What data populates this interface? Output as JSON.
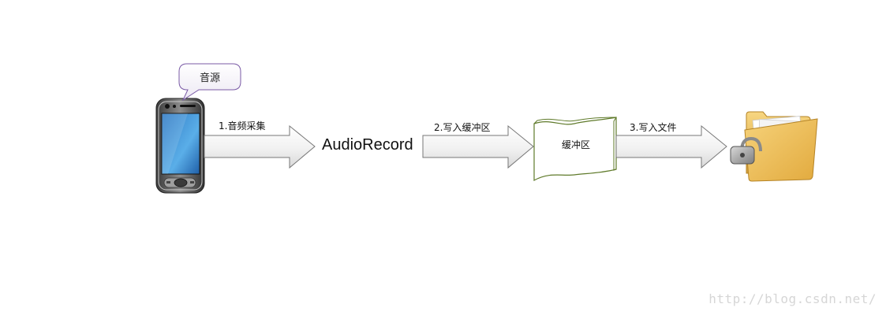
{
  "source": {
    "callout": "音源"
  },
  "steps": {
    "capture": "1.音频采集",
    "write_buffer": "2.写入缓冲区",
    "write_file": "3.写入文件"
  },
  "nodes": {
    "recorder": "AudioRecord",
    "buffer": "缓冲区"
  },
  "icons": {
    "source": "smartphone-icon",
    "destination": "locked-folder-icon"
  },
  "watermark": "http://blog.csdn.net/",
  "colors": {
    "callout_border": "#7a5aa6",
    "buffer_border": "#5f7a2a",
    "arrow_border": "#777777",
    "folder": "#e8b84a"
  }
}
